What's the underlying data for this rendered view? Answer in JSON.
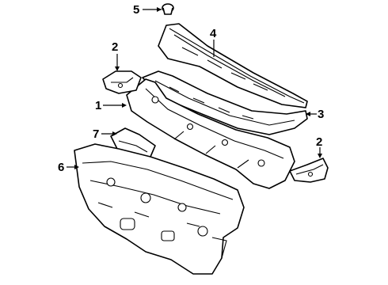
{
  "diagram": {
    "callouts": [
      {
        "id": "1",
        "label": "1",
        "part": "dash-panel-upper"
      },
      {
        "id": "2a",
        "label": "2",
        "part": "side-bracket-left"
      },
      {
        "id": "2b",
        "label": "2",
        "part": "side-bracket-right"
      },
      {
        "id": "3",
        "label": "3",
        "part": "cowl-top-panel"
      },
      {
        "id": "4",
        "label": "4",
        "part": "cowl-top-ventilator-louver"
      },
      {
        "id": "5",
        "label": "5",
        "part": "grommet-clip"
      },
      {
        "id": "6",
        "label": "6",
        "part": "dash-panel-insulator"
      },
      {
        "id": "7",
        "label": "7",
        "part": "dash-panel-reinforcement"
      }
    ]
  }
}
